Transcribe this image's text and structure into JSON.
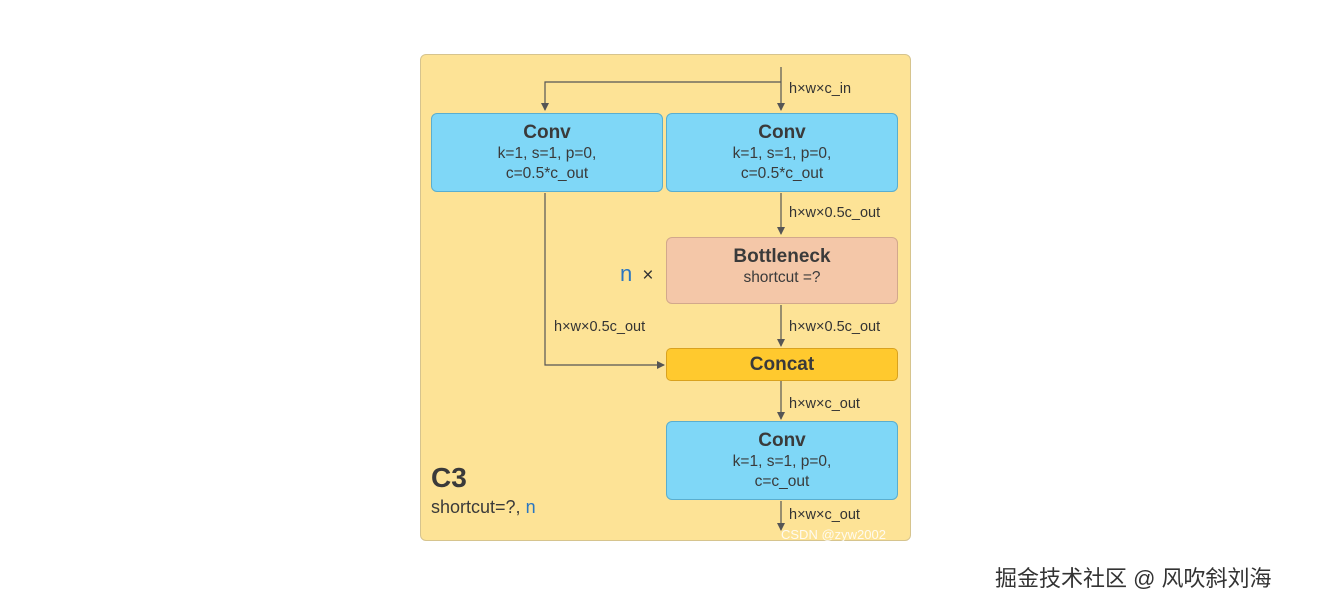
{
  "diagram": {
    "title": "C3",
    "subtitle_prefix": "shortcut=?, ",
    "subtitle_n": "n",
    "repeat_prefix": "n",
    "repeat_symbol": "×",
    "boxes": {
      "conv_left": {
        "title": "Conv",
        "line1": "k=1, s=1, p=0,",
        "line2": "c=0.5*c_out"
      },
      "conv_right": {
        "title": "Conv",
        "line1": "k=1, s=1, p=0,",
        "line2": "c=0.5*c_out"
      },
      "bottleneck": {
        "title": "Bottleneck",
        "line1": "shortcut =?"
      },
      "concat": {
        "title": "Concat"
      },
      "conv_bottom": {
        "title": "Conv",
        "line1": "k=1, s=1, p=0,",
        "line2": "c=c_out"
      }
    },
    "edge_labels": {
      "input": "h×w×c_in",
      "after_conv_right": "h×w×0.5c_out",
      "after_bottleneck": "h×w×0.5c_out",
      "left_branch": "h×w×0.5c_out",
      "after_concat": "h×w×c_out",
      "output": "h×w×c_out"
    },
    "colors": {
      "panel": "#fde396",
      "conv": "#7fd7f7",
      "bottleneck": "#f4c7a8",
      "concat": "#ffc92e",
      "accent_n": "#2a76c0"
    },
    "watermark": "CSDN @zyw2002"
  },
  "footer": {
    "text": "掘金技术社区 @ 风吹斜刘海"
  }
}
